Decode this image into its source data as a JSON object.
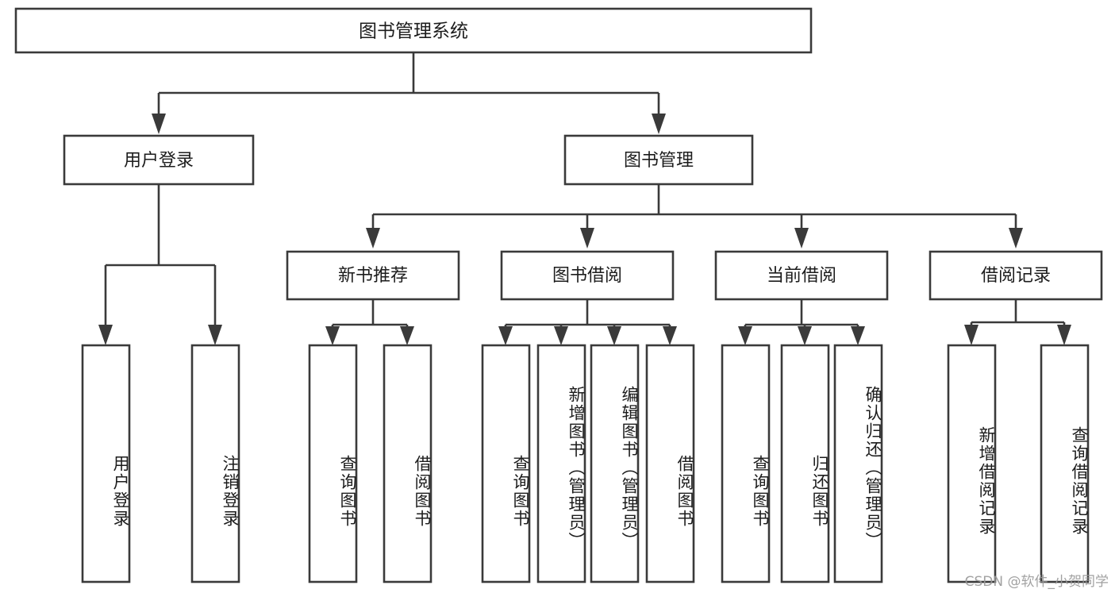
{
  "diagram": {
    "type": "tree",
    "title_node": {
      "id": "root",
      "label": "图书管理系统"
    },
    "level1": [
      {
        "id": "user-login",
        "label": "用户登录"
      },
      {
        "id": "book-manage",
        "label": "图书管理"
      }
    ],
    "level2": [
      {
        "id": "new-book-rec",
        "label": "新书推荐",
        "parent": "book-manage"
      },
      {
        "id": "book-borrow",
        "label": "图书借阅",
        "parent": "book-manage"
      },
      {
        "id": "current-borrow",
        "label": "当前借阅",
        "parent": "book-manage"
      },
      {
        "id": "borrow-record",
        "label": "借阅记录",
        "parent": "book-manage"
      }
    ],
    "leaves": [
      {
        "id": "leaf-user-login",
        "label": "用户登录",
        "parent": "user-login"
      },
      {
        "id": "leaf-user-logout",
        "label": "注销登录",
        "parent": "user-login"
      },
      {
        "id": "leaf-query-book-1",
        "label": "查询图书",
        "parent": "new-book-rec"
      },
      {
        "id": "leaf-borrow-book-1",
        "label": "借阅图书",
        "parent": "new-book-rec"
      },
      {
        "id": "leaf-query-book-2",
        "label": "查询图书",
        "parent": "book-borrow"
      },
      {
        "id": "leaf-add-book",
        "label": "新增图书（管理员）",
        "parent": "book-borrow"
      },
      {
        "id": "leaf-edit-book",
        "label": "编辑图书（管理员）",
        "parent": "book-borrow"
      },
      {
        "id": "leaf-borrow-book-2",
        "label": "借阅图书",
        "parent": "book-borrow"
      },
      {
        "id": "leaf-query-book-3",
        "label": "查询图书",
        "parent": "current-borrow"
      },
      {
        "id": "leaf-return-book",
        "label": "归还图书",
        "parent": "current-borrow"
      },
      {
        "id": "leaf-confirm-return",
        "label": "确认归还（管理员）",
        "parent": "current-borrow"
      },
      {
        "id": "leaf-add-record",
        "label": "新增借阅记录",
        "parent": "borrow-record"
      },
      {
        "id": "leaf-query-record",
        "label": "查询借阅记录",
        "parent": "borrow-record"
      }
    ]
  },
  "watermark": {
    "text": "CSDN @软件_小贺同学"
  },
  "colors": {
    "stroke": "#3a3a3a",
    "fill": "#ffffff",
    "text": "#1c1c1c",
    "watermark": "#9a9a9a"
  }
}
